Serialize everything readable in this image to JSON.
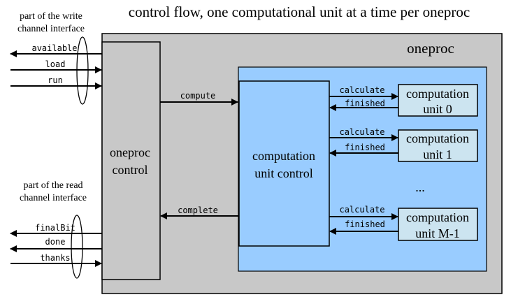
{
  "title": "control flow, one computational unit at a time per oneproc",
  "write_interface_label": [
    "part of the write",
    "channel interface"
  ],
  "read_interface_label": [
    "part of the read",
    "channel interface"
  ],
  "oneproc_label": "oneproc",
  "oneproc_control_label": [
    "oneproc",
    "control"
  ],
  "cu_control_label": [
    "computation",
    "unit control"
  ],
  "signals": {
    "available": "available",
    "load": "load",
    "run": "run",
    "compute": "compute",
    "complete": "complete",
    "finalBit": "finalBit",
    "done": "done",
    "thanks": "thanks"
  },
  "units": [
    {
      "line1": "computation",
      "line2": "unit 0",
      "calculate": "calculate",
      "finished": "finished"
    },
    {
      "line1": "computation",
      "line2": "unit 1",
      "calculate": "calculate",
      "finished": "finished"
    },
    {
      "line1": "computation",
      "line2": "unit M-1",
      "calculate": "calculate",
      "finished": "finished"
    }
  ],
  "ellipsis": "...",
  "colors": {
    "oneproc_fill": "#c8c8c8",
    "inner_fill": "#99ccff",
    "cu_control_fill": "#99ccff",
    "unit_fill": "#cce4f0",
    "stroke": "#000000"
  }
}
